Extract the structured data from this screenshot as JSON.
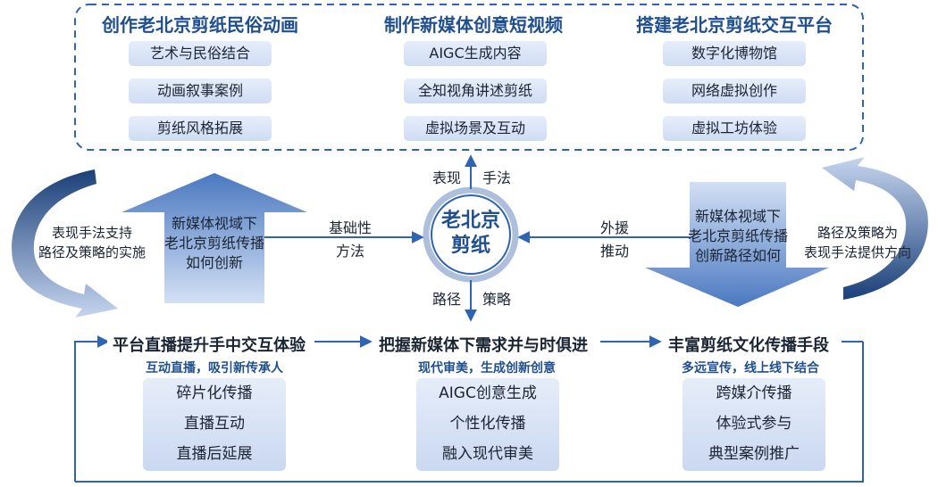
{
  "top": {
    "columns": [
      {
        "title": "创作老北京剪纸民俗动画",
        "items": [
          "艺术与民俗结合",
          "动画叙事案例",
          "剪纸风格拓展"
        ]
      },
      {
        "title": "制作新媒体创意短视频",
        "items": [
          "AIGC生成内容",
          "全知视角讲述剪纸",
          "虚拟场景及互动"
        ]
      },
      {
        "title": "搭建老北京剪纸交互平台",
        "items": [
          "数字化博物馆",
          "网络虚拟创作",
          "虚拟工坊体验"
        ]
      }
    ]
  },
  "center": {
    "line1": "老北京",
    "line2": "剪纸"
  },
  "up_label": {
    "left": "表现",
    "right": "手法"
  },
  "down_label": {
    "left": "路径",
    "right": "策略"
  },
  "left_link": {
    "line1": "基础性",
    "line2": "方法"
  },
  "right_link": {
    "line1": "外援",
    "line2": "推动"
  },
  "left_up_arrow": {
    "line1": "新媒体视域下",
    "line2": "老北京剪纸传播",
    "line3": "如何创新"
  },
  "right_down_arrow": {
    "line1": "新媒体视域下",
    "line2": "老北京剪纸传播",
    "line3": "创新路径如何"
  },
  "left_curve": {
    "line1": "表现手法支持",
    "line2": "路径及策略的实施"
  },
  "right_curve": {
    "line1": "路径及策略为",
    "line2": "表现手法提供方向"
  },
  "bottom": {
    "blocks": [
      {
        "title": "平台直播提升手中交互体验",
        "subtitle": "互动直播，吸引新传承人",
        "items": [
          "碎片化传播",
          "直播互动",
          "直播后延展"
        ]
      },
      {
        "title": "把握新媒体下需求并与时俱进",
        "subtitle": "现代审美，生成创新创意",
        "items": [
          "AIGC创意生成",
          "个性化传播",
          "融入现代审美"
        ]
      },
      {
        "title": "丰富剪纸文化传播手段",
        "subtitle": "多远宣传，线上线下结合",
        "items": [
          "跨媒介传播",
          "体验式参与",
          "典型案例推广"
        ]
      }
    ]
  },
  "colors": {
    "primary": "#1f4f8f",
    "dark": "#1a3f78",
    "light": "#cfdcf3",
    "dash": "#2f63b3"
  }
}
